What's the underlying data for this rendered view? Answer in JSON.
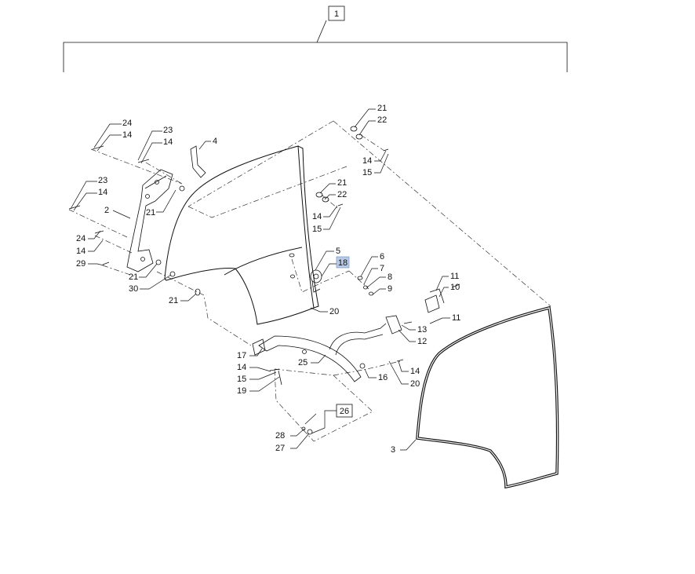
{
  "assembly_callout": "1",
  "kit_callout": "26",
  "highlighted_callout": "18",
  "callouts": {
    "c24a": "24",
    "c14a": "14",
    "c23a": "23",
    "c14b": "14",
    "c4": "4",
    "c21a": "21",
    "c22a": "22",
    "c14c": "14",
    "c15a": "15",
    "c23b": "23",
    "c14d": "14",
    "c2": "2",
    "c21b": "21",
    "c24b": "24",
    "c14e": "14",
    "c29": "29",
    "c21c": "21",
    "c30": "30",
    "c21d": "21",
    "c21e": "21",
    "c22b": "22",
    "c14f": "14",
    "c15b": "15",
    "c5": "5",
    "c6": "6",
    "c7": "7",
    "c8": "8",
    "c9": "9",
    "c11a": "11",
    "c10": "10",
    "c11b": "11",
    "c13": "13",
    "c12": "12",
    "c20a": "20",
    "c25": "25",
    "c16": "16",
    "c14g": "14",
    "c20b": "20",
    "c17": "17",
    "c14h": "14",
    "c15c": "15",
    "c19": "19",
    "c28": "28",
    "c27": "27",
    "c3": "3"
  },
  "colors": {
    "line": "#111111",
    "highlight": "#b9cbe8"
  }
}
